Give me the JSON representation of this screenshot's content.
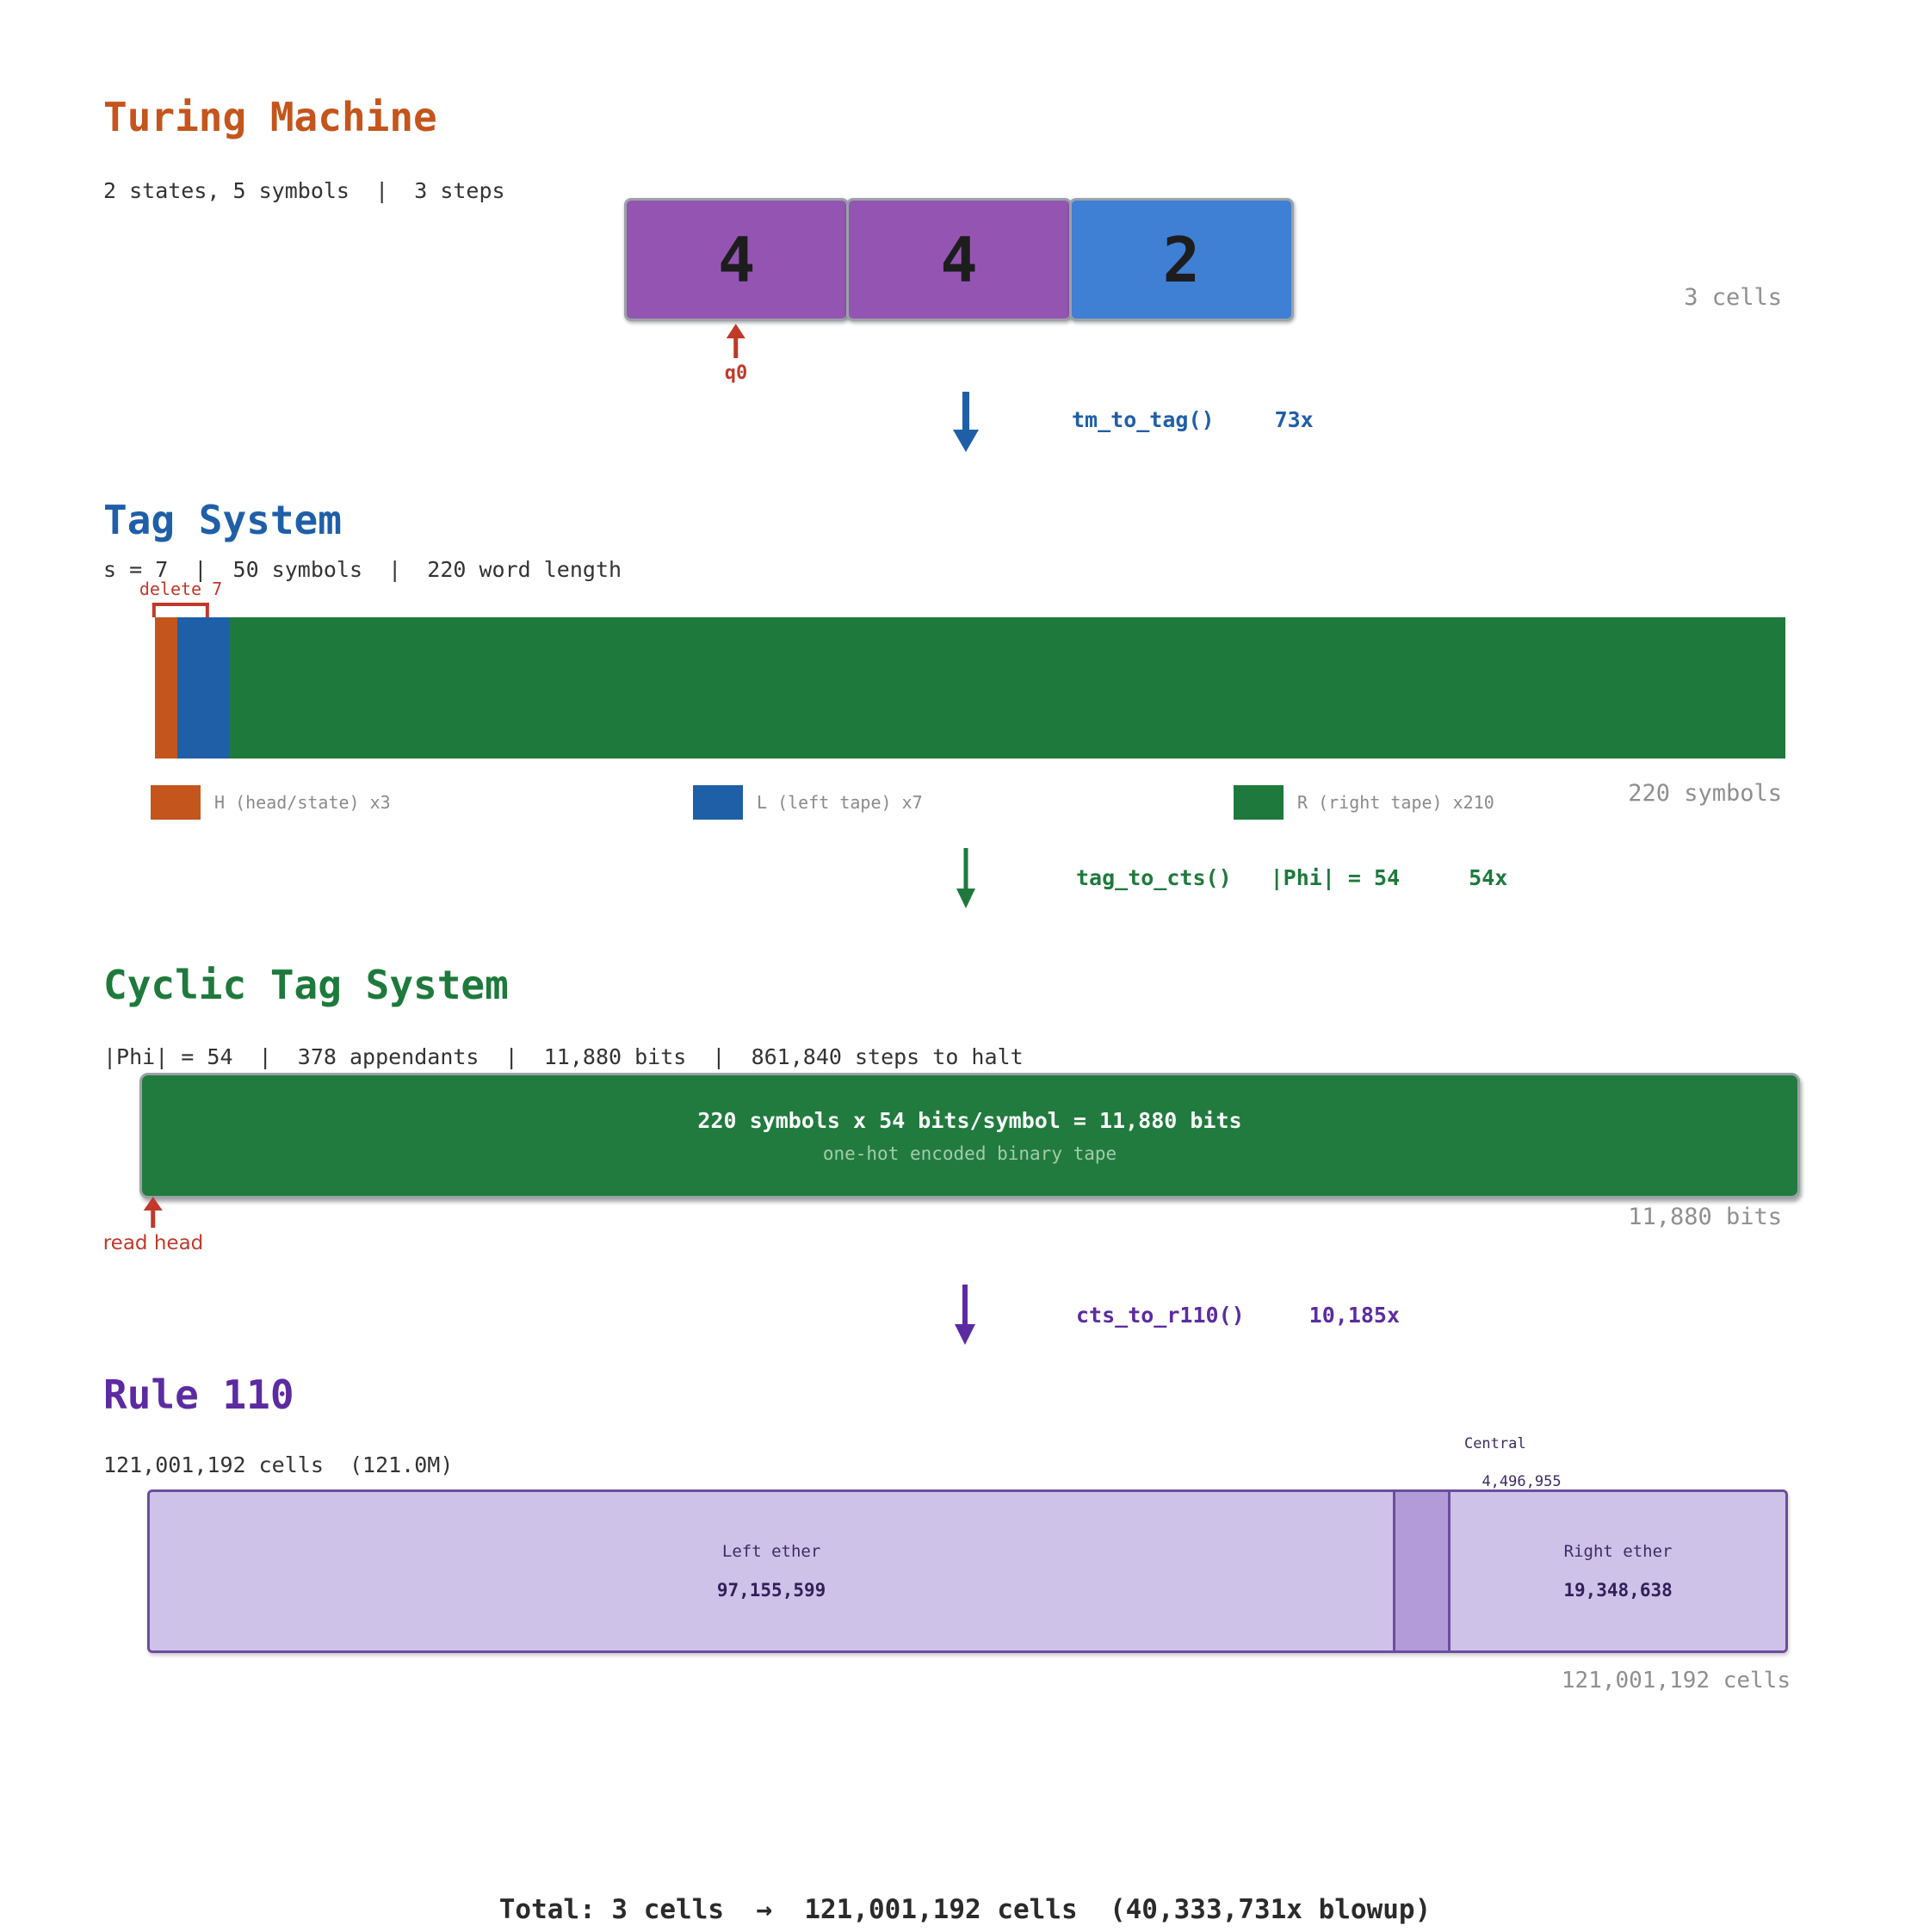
{
  "colors": {
    "tm_accent": "#c4551c",
    "tag_accent": "#1f5fa8",
    "cts_accent": "#1e7a3c",
    "r110_accent": "#5c2ba2",
    "red": "#c0392b",
    "gray": "#8f8f8f"
  },
  "tm": {
    "title": "Turing Machine",
    "subtitle": "2 states, 5 symbols  |  3 steps",
    "tape_cells": [
      {
        "value": "4",
        "color": "#9455b2"
      },
      {
        "value": "4",
        "color": "#9455b2"
      },
      {
        "value": "2",
        "color": "#3f7fd4"
      }
    ],
    "head_label": "q0",
    "size_label": "3 cells"
  },
  "tm_to_tag": {
    "fn": "tm_to_tag()",
    "factor": "73x"
  },
  "tag": {
    "title": "Tag System",
    "subtitle": "s = 7  |  50 symbols  |  220 word length",
    "delete_label": "delete 7",
    "delete_count": 7,
    "total_symbols": 220,
    "segments": [
      {
        "symbol": "H",
        "desc": "head/state",
        "count": 3,
        "color": "#c4551c"
      },
      {
        "symbol": "L",
        "desc": "left tape",
        "count": 7,
        "color": "#1f5fa8"
      },
      {
        "symbol": "R",
        "desc": "right tape",
        "count": 210,
        "color": "#1e7a3c"
      }
    ],
    "legend": [
      {
        "label": "H (head/state) x3",
        "color": "#c4551c"
      },
      {
        "label": "L (left tape) x7",
        "color": "#1f5fa8"
      },
      {
        "label": "R (right tape) x210",
        "color": "#1e7a3c"
      }
    ],
    "size_label": "220 symbols"
  },
  "tag_to_cts": {
    "fn": "tag_to_cts()",
    "mid": "|Phi| = 54",
    "factor": "54x"
  },
  "cts": {
    "title": "Cyclic Tag System",
    "subtitle": "|Phi| = 54  |  378 appendants  |  11,880 bits  |  861,840 steps to halt",
    "bar_line1": "220 symbols x 54 bits/symbol = 11,880 bits",
    "bar_line2": "one-hot encoded binary tape",
    "read_head_label": "read head",
    "size_label": "11,880 bits"
  },
  "cts_to_r110": {
    "fn": "cts_to_r110()",
    "factor": "10,185x"
  },
  "r110": {
    "title": "Rule 110",
    "subtitle": "121,001,192 cells  (121.0M)",
    "total_cells": 121001192,
    "segments": [
      {
        "name": "Left ether",
        "cells": 97155599,
        "display": "97,155,599"
      },
      {
        "name": "Central",
        "cells": 4496955,
        "display": "4,496,955"
      },
      {
        "name": "Right ether",
        "cells": 19348638,
        "display": "19,348,638"
      }
    ],
    "size_label": "121,001,192 cells"
  },
  "total_line": "Total: 3 cells  →  121,001,192 cells  (40,333,731x blowup)"
}
